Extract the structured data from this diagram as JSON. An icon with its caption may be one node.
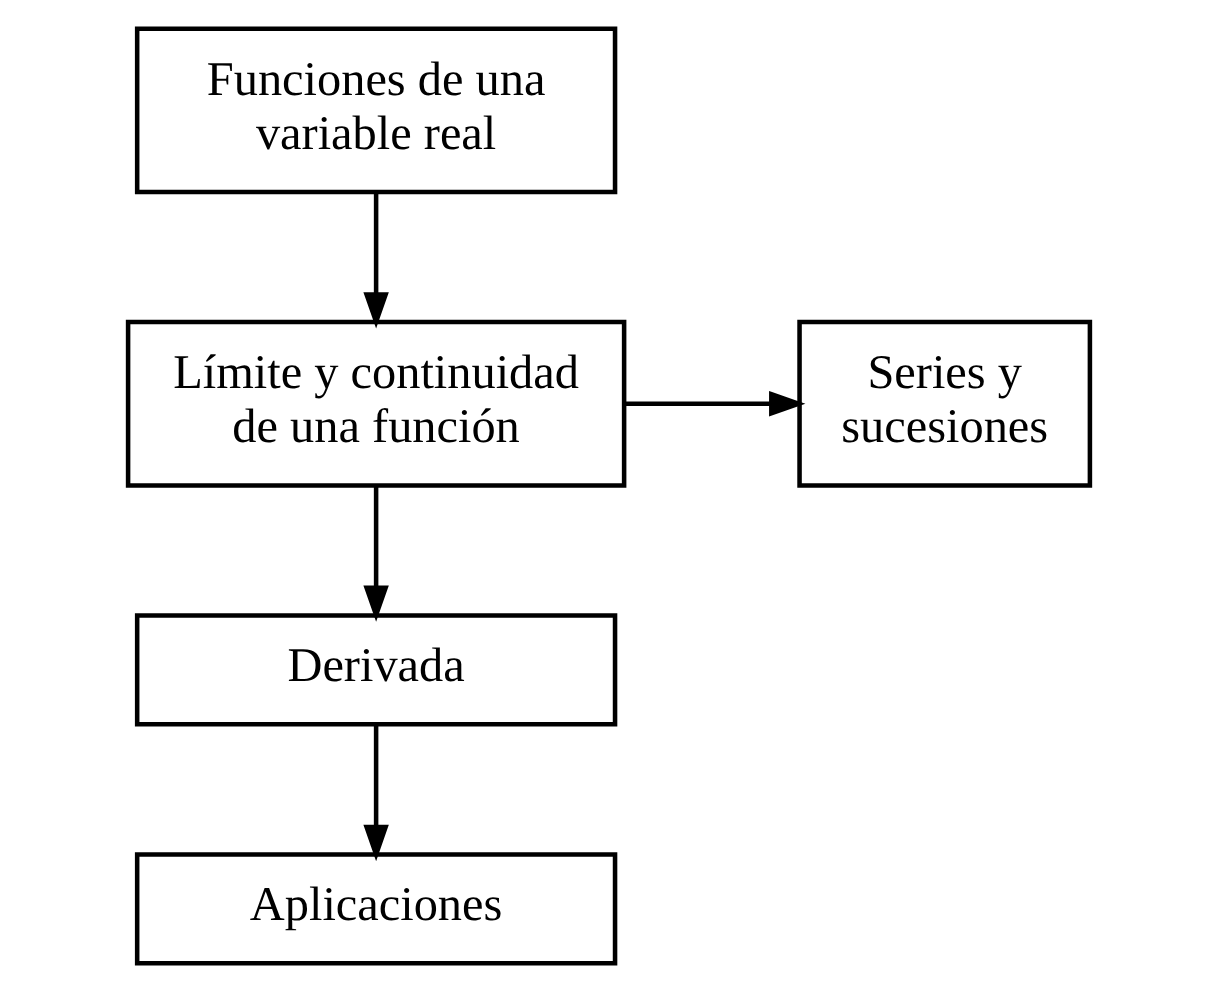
{
  "diagram": {
    "nodes": [
      {
        "text": [
          "Funciones de una variable real"
        ]
      },
      {
        "text": [
          "Límite y continuidad de una función"
        ]
      },
      {
        "text": [
          "Series y sucesiones"
        ]
      },
      {
        "text": [
          "Derivada"
        ]
      },
      {
        "text": [
          "Aplicaciones"
        ]
      }
    ],
    "edges": [
      {
        "from": 0,
        "to": 1,
        "arrow": "to"
      },
      {
        "from": 1,
        "to": 2,
        "arrow": "to"
      },
      {
        "from": 1,
        "to": 3,
        "arrow": "to"
      },
      {
        "from": 3,
        "to": 4,
        "arrow": "to"
      }
    ]
  }
}
